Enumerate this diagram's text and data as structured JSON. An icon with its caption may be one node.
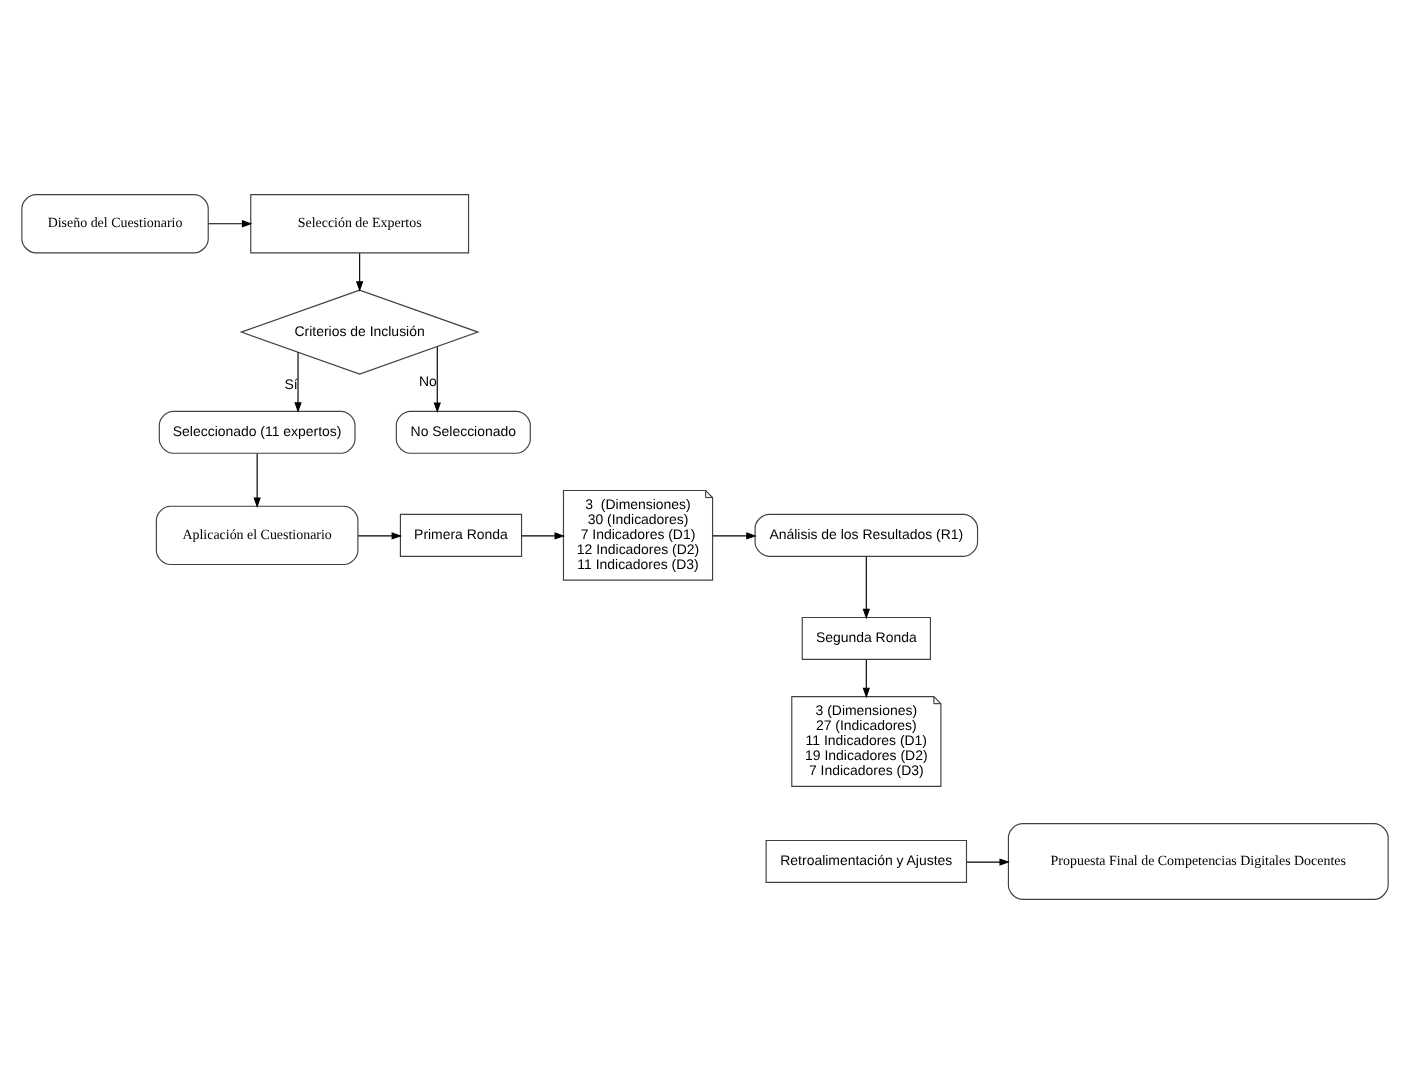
{
  "diagram": {
    "nodes": [
      {
        "text": [
          "Diseño del Cuestionario"
        ]
      },
      {
        "text": [
          "Selección de Expertos"
        ]
      },
      {
        "text": [
          "Criterios de Inclusión"
        ]
      },
      {
        "text": [
          "Seleccionado (11 expertos)"
        ]
      },
      {
        "text": [
          "No Seleccionado"
        ]
      },
      {
        "text": [
          "Aplicación el Cuestionario"
        ]
      },
      {
        "text": [
          "Primera Ronda"
        ]
      },
      {
        "text": [
          "3  (Dimensiones) 30 (Indicadores) 7 Indicadores (D1) 12 Indicadores (D2) 11 Indicadores (D3)"
        ]
      },
      {
        "text": [
          "Análisis de los Resultados (R1)"
        ]
      },
      {
        "text": [
          "Segunda Ronda"
        ]
      },
      {
        "text": [
          "3 (Dimensiones) 27 (Indicadores) 11 Indicadores (D1) 19 Indicadores (D2) 7 Indicadores (D3)"
        ]
      },
      {
        "text": [
          "Propuesta Final de Competencias Digitales Docentes"
        ]
      },
      {
        "text": [
          "Retroalimentación y Ajustes"
        ]
      }
    ],
    "edges": [
      {
        "from": 0,
        "to": 1,
        "arrow": "to"
      },
      {
        "from": 1,
        "to": 2,
        "arrow": "to"
      },
      {
        "from": 2,
        "to": 3,
        "arrow": "to",
        "label": "Sí"
      },
      {
        "from": 2,
        "to": 4,
        "arrow": "to",
        "label": "No"
      },
      {
        "from": 3,
        "to": 5,
        "arrow": "to"
      },
      {
        "from": 5,
        "to": 6,
        "arrow": "to"
      },
      {
        "from": 6,
        "to": 7,
        "arrow": "to"
      },
      {
        "from": 7,
        "to": 8,
        "arrow": "to"
      },
      {
        "from": 8,
        "to": 9,
        "arrow": "to"
      },
      {
        "from": 9,
        "to": 10,
        "arrow": "to"
      },
      {
        "from": 12,
        "to": 11,
        "arrow": "to"
      }
    ]
  }
}
